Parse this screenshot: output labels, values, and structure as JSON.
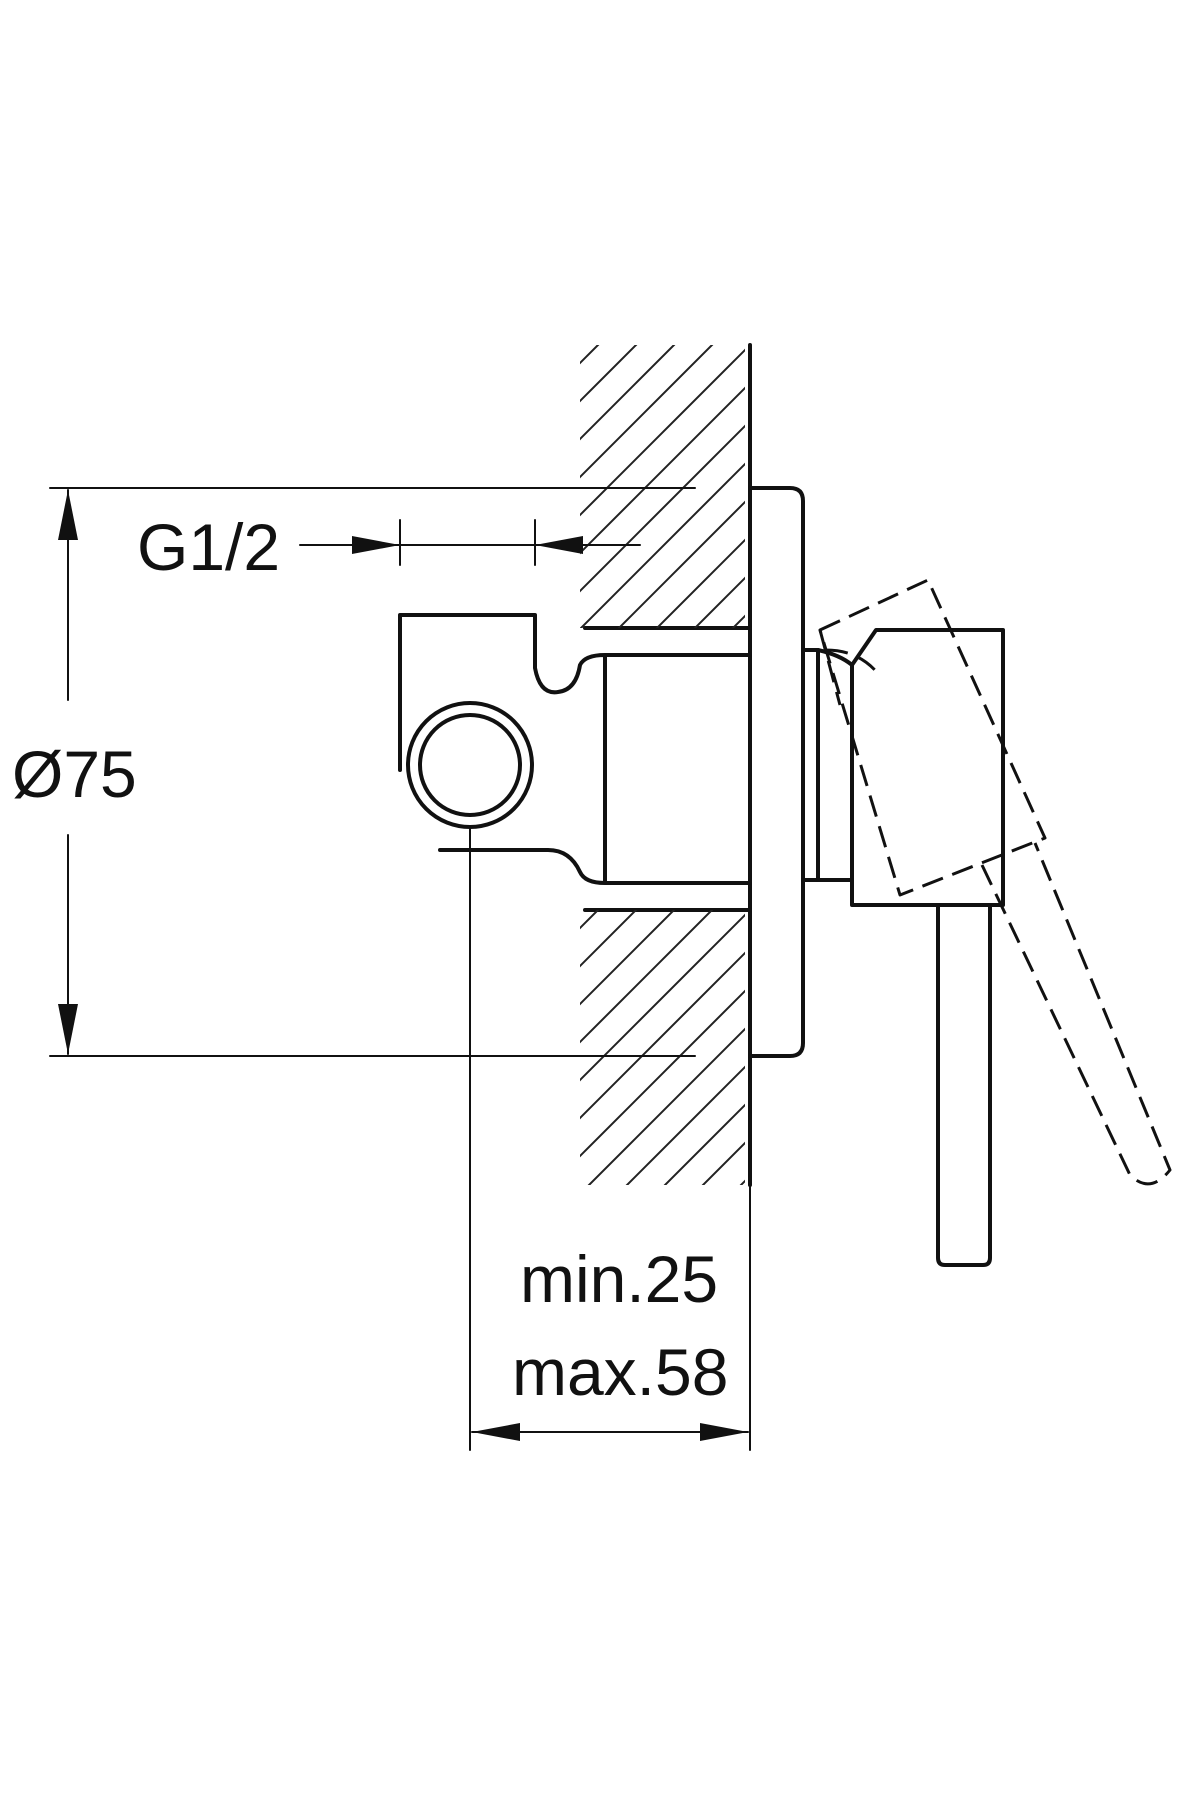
{
  "diagram": {
    "labels": {
      "thread_size": "G1/2",
      "diameter": "Ø75",
      "min_depth": "min.25",
      "max_depth": "max.58"
    },
    "colors": {
      "line": "#111111",
      "background": "#ffffff"
    }
  }
}
